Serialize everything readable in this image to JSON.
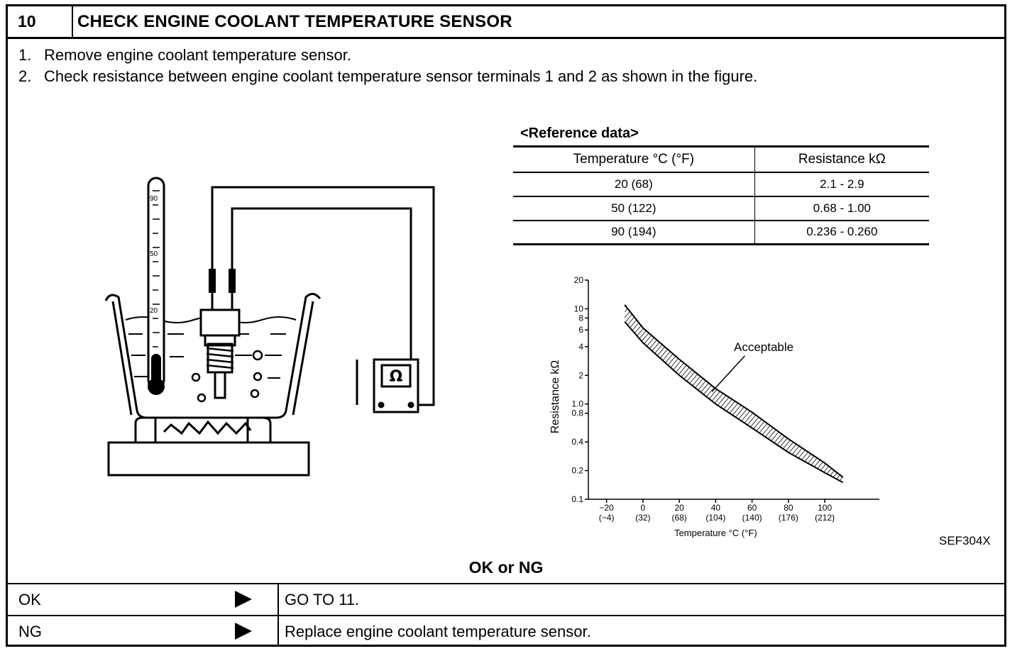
{
  "header": {
    "number": "10",
    "title": "CHECK ENGINE COOLANT TEMPERATURE SENSOR"
  },
  "steps": [
    {
      "num": "1.",
      "text": "Remove engine coolant temperature sensor."
    },
    {
      "num": "2.",
      "text": "Check resistance between engine coolant temperature sensor terminals 1 and 2 as shown in the figure."
    }
  ],
  "reference": {
    "title": "<Reference data>",
    "headers": [
      "Temperature °C (°F)",
      "Resistance kΩ"
    ],
    "rows": [
      [
        "20 (68)",
        "2.1 - 2.9"
      ],
      [
        "50 (122)",
        "0.68 - 1.00"
      ],
      [
        "90 (194)",
        "0.236 - 0.260"
      ]
    ]
  },
  "illustration": {
    "thermometer_marks": [
      "90",
      "50",
      "20"
    ],
    "meter_symbol": "Ω"
  },
  "chart_data": {
    "type": "area",
    "xlabel": "Temperature °C (°F)",
    "ylabel": "Resistance kΩ",
    "y_scale": "log",
    "xlim": [
      -30,
      130
    ],
    "ylim": [
      0.1,
      20
    ],
    "x_ticks": [
      {
        "c": "−20",
        "f": "(−4)"
      },
      {
        "c": "0",
        "f": "(32)"
      },
      {
        "c": "20",
        "f": "(68)"
      },
      {
        "c": "40",
        "f": "(104)"
      },
      {
        "c": "60",
        "f": "(140)"
      },
      {
        "c": "80",
        "f": "(176)"
      },
      {
        "c": "100",
        "f": "(212)"
      }
    ],
    "y_ticks": [
      "20",
      "10",
      "8",
      "6",
      "4",
      "2",
      "1.0",
      "0.8",
      "0.4",
      "0.2",
      "0.1"
    ],
    "series": [
      {
        "name": "Acceptable",
        "x": [
          -10,
          0,
          20,
          40,
          60,
          80,
          100,
          110
        ],
        "upper": [
          11.0,
          6.3,
          2.95,
          1.45,
          0.82,
          0.43,
          0.24,
          0.17
        ],
        "lower": [
          7.3,
          4.4,
          2.0,
          1.0,
          0.56,
          0.31,
          0.19,
          0.15
        ]
      }
    ],
    "annotation": "Acceptable"
  },
  "figure_code": "SEF304X",
  "result": {
    "prompt": "OK or NG",
    "rows": [
      {
        "label": "OK",
        "action": "GO TO 11."
      },
      {
        "label": "NG",
        "action": "Replace engine coolant temperature sensor."
      }
    ]
  }
}
